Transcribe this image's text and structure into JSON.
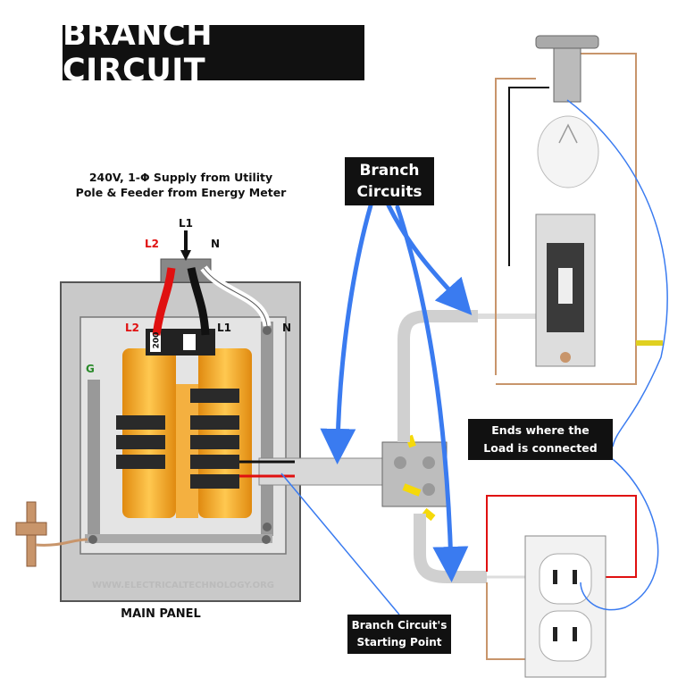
{
  "title": "BRANCH CIRCUIT",
  "supply": {
    "line1": "240V, 1-Φ Supply from Utility",
    "line2": "Pole & Feeder from Energy Meter"
  },
  "terminals": {
    "l1_top": "L1",
    "l2_top": "L2",
    "n_top": "N",
    "l2_panel": "L2",
    "l1_panel": "L1",
    "n_panel": "N",
    "ground": "G",
    "main_breaker_rating": "200"
  },
  "callouts": {
    "branch_circuits_line1": "Branch",
    "branch_circuits_line2": "Circuits",
    "ends_line1": "Ends where the",
    "ends_line2": "Load is connected",
    "start_line1": "Branch Circuit's",
    "start_line2": "Starting Point"
  },
  "watermark": "WWW.ELECTRICALTECHNOLOGY.ORG",
  "panel_label": "MAIN PANEL",
  "colors": {
    "hot_black": "#111111",
    "hot_red": "#e01010",
    "neutral_white": "#ffffff",
    "ground_copper": "#c8956b",
    "bus_orange": "#f5a623",
    "arrow_blue": "#3a7bf0",
    "conduit_grey": "#cfcfcf"
  }
}
